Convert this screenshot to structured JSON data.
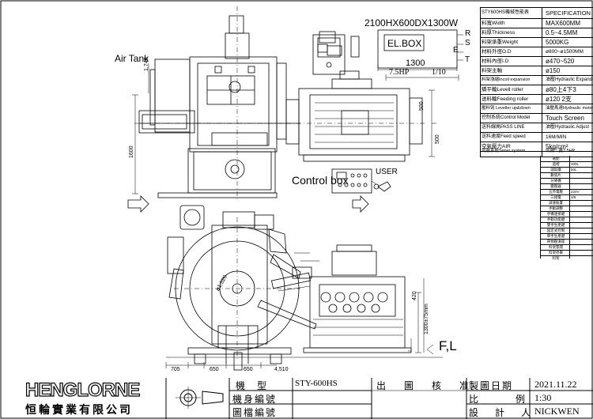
{
  "drawing": {
    "dimensions_title": "2100HX600DX1300W",
    "air_tank_label": "Air Tank",
    "el_box_label": "EL.BOX",
    "el_box_rset": [
      "R",
      "S",
      "E",
      "T"
    ],
    "width_1300": "1300",
    "motor_label": "7.5HP",
    "ratio_label": "1/10",
    "control_box_label": "Control box",
    "user_label": "USER",
    "fl_label": "F,L",
    "dims": {
      "d1740": "1,740",
      "d1600": "1600",
      "d500a": "500",
      "d500b": "500",
      "d420": "420",
      "d1300": "1300±75mm",
      "d705": "705",
      "d650a": "650",
      "d650b": "650",
      "d4510": "4,510",
      "d1520": "ø1,520"
    }
  },
  "spec": {
    "header_left": "STY600HS機械性能表",
    "header_right": "SPECIFICATION",
    "rows": [
      {
        "label": "料寬Width",
        "value": "MAX600MM"
      },
      {
        "label": "料厚Thickness",
        "value": "0.5~4.5MM"
      },
      {
        "label": "料架承重Weight",
        "value": "5000KG"
      },
      {
        "label": "材料外徑O.D",
        "value": "ø800~ø1500MM"
      },
      {
        "label": "材料內徑I.D",
        "value": "ø470~520"
      },
      {
        "label": "料架主軸",
        "value": "ø150"
      },
      {
        "label": "料架漲縮Incoil expansion",
        "value": "油壓Hydraulic Expand"
      },
      {
        "label": "矯平輪Levell roller",
        "value": "ø80上4下3"
      },
      {
        "label": "送料輪Feeding roller",
        "value": "ø120 2支"
      },
      {
        "label": "壓料臂 Leveller up&down",
        "value": "油壓馬達Hydraulic motor"
      },
      {
        "label": "控制系統Control Model",
        "value": "Touch Screen"
      },
      {
        "label": "送料線高PASS LINE",
        "value": "油壓Hydraulic Adjust"
      },
      {
        "label": "送料速度Feed speed",
        "value": "16M/MIN"
      },
      {
        "label": "空氣壓力AIR",
        "value": "5kg/cm²"
      },
      {
        "label": "伺服系統Servo system",
        "value": "伺服三菱7.5HP"
      }
    ]
  },
  "options": {
    "header": "選配",
    "rows": [
      {
        "label": "過褶",
        "value": "200L"
      },
      {
        "label": "儲氣罐",
        "value": "50L"
      },
      {
        "label": "數值片",
        "value": ""
      },
      {
        "label": "分條機",
        "value": ""
      },
      {
        "label": "變壓器",
        "value": ""
      },
      {
        "label": "五芹電壓",
        "value": "220V"
      },
      {
        "label": "三相電",
        "value": "3/8"
      },
      {
        "label": "減速裝置",
        "value": ""
      },
      {
        "label": "手動調整",
        "value": ""
      },
      {
        "label": "手機連接鍵",
        "value": ""
      },
      {
        "label": "手動功能鍵",
        "value": ""
      },
      {
        "label": "雙手生產鍵",
        "value": ""
      },
      {
        "label": "固定式控制",
        "value": ""
      },
      {
        "label": "單手生產鍵",
        "value": ""
      },
      {
        "label": "帶預壓滑座",
        "value": ""
      },
      {
        "label": "料架張開",
        "value": ""
      },
      {
        "label": "料架停車",
        "value": ""
      },
      {
        "label": "料架",
        "value": ""
      }
    ]
  },
  "title_block": {
    "logo": "HENGLORNE",
    "company": "恒輪實業有限公司",
    "labels": {
      "model": "機 型",
      "body_no": "機身編號",
      "archive_no": "圖檔編號",
      "drawing_approve": "出 圖 核 准",
      "date": "製圖日期",
      "scale": "比 例",
      "designer": "設 計 人"
    },
    "values": {
      "model": "STY-600HS",
      "date": "2021.11.22",
      "scale": "1:30",
      "designer": "NICKWEN"
    }
  }
}
